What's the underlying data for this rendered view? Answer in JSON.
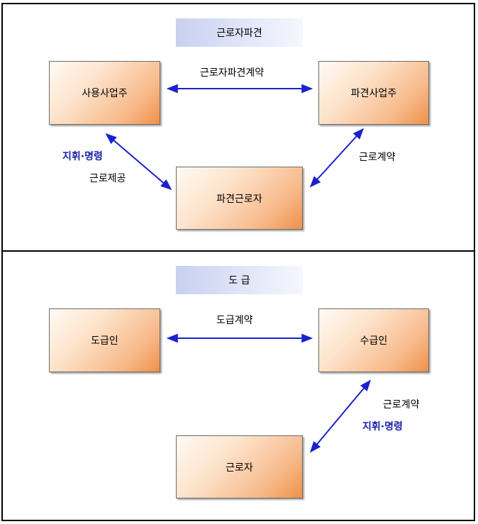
{
  "top": {
    "title": "근로자파견",
    "user_employer": "사용사업주",
    "dispatch_employer": "파견사업주",
    "dispatched_worker": "파견근로자",
    "dispatch_contract": "근로자파견계약",
    "direction_order": "지휘·명령",
    "labor_provision": "근로제공",
    "labor_contract": "근로계약"
  },
  "bottom": {
    "title": "도  급",
    "contractor": "도급인",
    "subcontractor": "수급인",
    "worker": "근로자",
    "subcontract_contract": "도급계약",
    "labor_contract": "근로계약",
    "direction_order": "지휘·명령"
  },
  "colors": {
    "arrow": "#1a22cc",
    "label_blue": "#1a22a8"
  }
}
